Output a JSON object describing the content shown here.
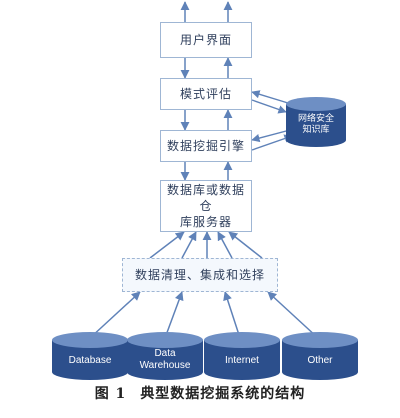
{
  "nodes": {
    "user_interface": "用户界面",
    "pattern_eval": "模式评估",
    "mining_engine": "数据挖掘引擎",
    "db_server_line1": "数据库或数据仓",
    "db_server_line2": "库服务器",
    "cleaning": "数据清理、集成和选择",
    "knowledge_base_line1": "网络安全",
    "knowledge_base_line2": "知识库"
  },
  "sources": [
    {
      "line1": "Database",
      "line2": ""
    },
    {
      "line1": "Data",
      "line2": "Warehouse"
    },
    {
      "line1": "Internet",
      "line2": ""
    },
    {
      "line1": "Other",
      "line2": ""
    }
  ],
  "caption": {
    "figure_label": "图 1",
    "title": "典型数据挖掘系统的结构"
  },
  "colors": {
    "cylinder_fill": "#2c4f8c",
    "cylinder_top": "#6e8fc4",
    "arrow": "#5f82b8",
    "box_border": "#9fb6d4"
  }
}
